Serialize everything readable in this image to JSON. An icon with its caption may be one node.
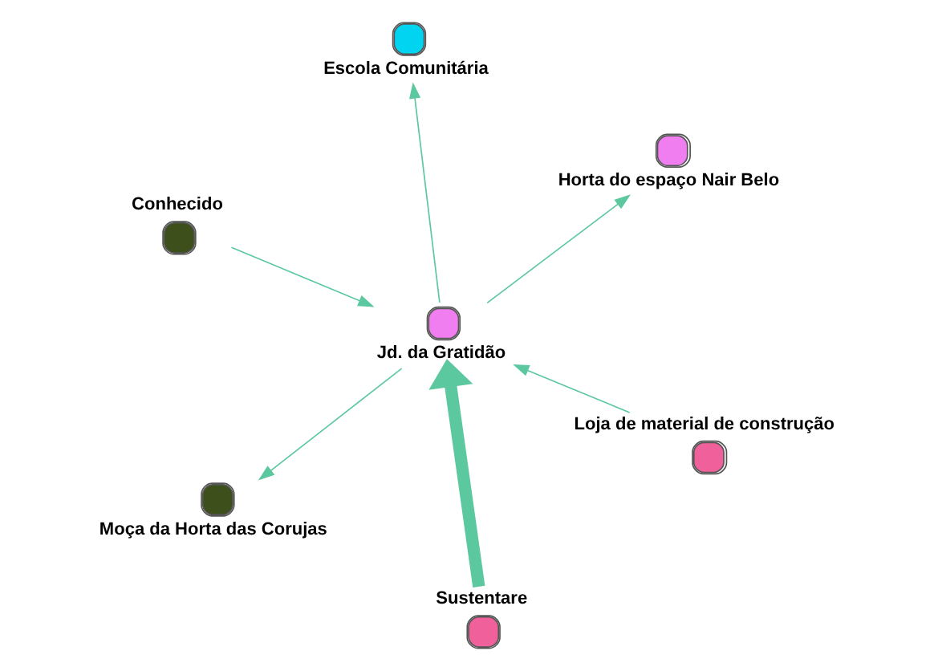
{
  "diagram": {
    "nodes": [
      {
        "text": [
          "Conhecido"
        ]
      },
      {
        "text": [
          "Loja de material de construção"
        ]
      },
      {
        "text": [
          "Sustentare"
        ]
      },
      {
        "text": [
          "Jd. da Gratidão"
        ]
      },
      {
        "text": [
          "Horta do espaço Nair Belo"
        ]
      },
      {
        "text": [
          "Escola Comunitária"
        ]
      },
      {
        "text": [
          "Moça da Horta das Corujas"
        ]
      }
    ],
    "edges": [
      {
        "from": 0,
        "to": 3,
        "arrow": "to"
      },
      {
        "from": 1,
        "to": 3,
        "arrow": "to"
      },
      {
        "from": 2,
        "to": 3,
        "arrow": "to",
        "style": "thick"
      },
      {
        "from": 3,
        "to": 4,
        "arrow": "to"
      },
      {
        "from": 3,
        "to": 5,
        "arrow": "to"
      },
      {
        "from": 3,
        "to": 6,
        "arrow": "to"
      }
    ]
  }
}
